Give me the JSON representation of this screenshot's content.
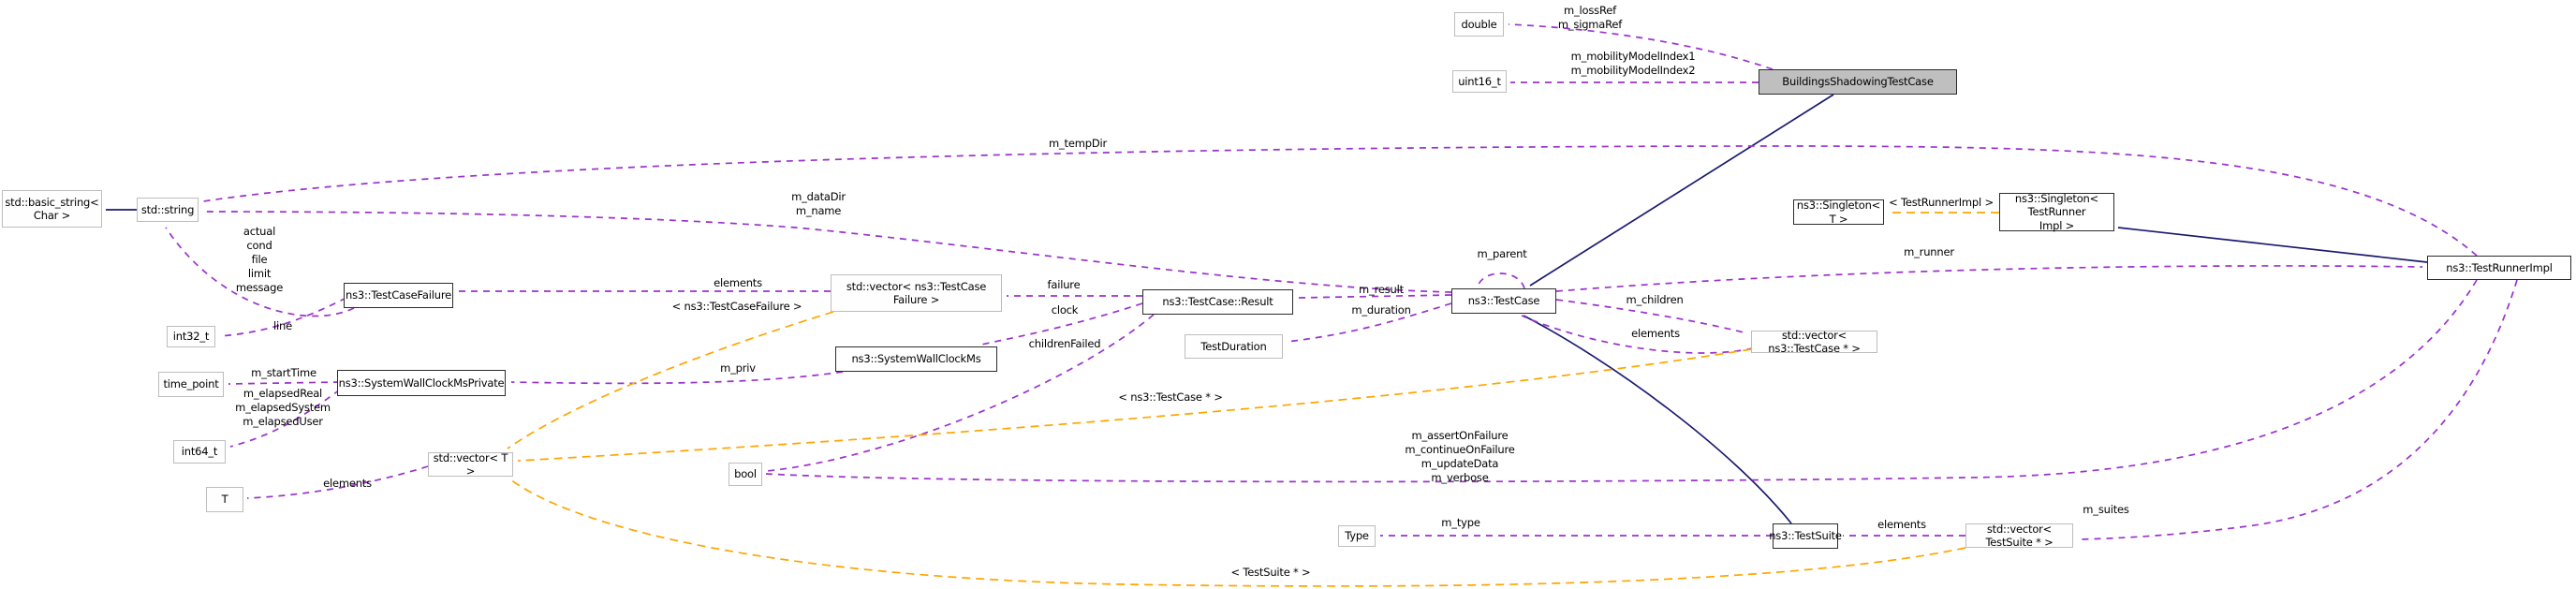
{
  "diagram": {
    "kind": "doxygen-collaboration-diagram",
    "focus_class": "BuildingsShadowingTestCase"
  },
  "colors": {
    "inheritance_edge": "#191970",
    "usage_edge": "#9a32cd",
    "template_edge": "#ffa500",
    "highlight_fill": "#bfbfbf",
    "plain_border": "#bdbdbd",
    "bold_border": "#2b2b2b"
  },
  "nodes": {
    "double": {
      "label": "double"
    },
    "uint16": {
      "label": "uint16_t"
    },
    "bstc": {
      "label": "BuildingsShadowingTestCase"
    },
    "basic_string": {
      "label": "std::basic_string<\nChar >"
    },
    "string": {
      "label": "std::string"
    },
    "test_case_failure": {
      "label": "ns3::TestCaseFailure"
    },
    "int32": {
      "label": "int32_t"
    },
    "time_point": {
      "label": "time_point"
    },
    "swcm_private": {
      "label": "ns3::SystemWallClockMsPrivate"
    },
    "int64": {
      "label": "int64_t"
    },
    "vector_t": {
      "label": "std::vector< T >"
    },
    "t": {
      "label": "T"
    },
    "vector_tcf": {
      "label": "std::vector< ns3::TestCase\nFailure >"
    },
    "swcm": {
      "label": "ns3::SystemWallClockMs"
    },
    "result": {
      "label": "ns3::TestCase::Result"
    },
    "test_duration": {
      "label": "TestDuration"
    },
    "test_case": {
      "label": "ns3::TestCase"
    },
    "bool": {
      "label": "bool"
    },
    "singleton_t": {
      "label": "ns3::Singleton< T >"
    },
    "singleton_tri": {
      "label": "ns3::Singleton< TestRunner\nImpl >"
    },
    "test_runner_impl": {
      "label": "ns3::TestRunnerImpl"
    },
    "vector_tc": {
      "label": "std::vector< ns3::TestCase * >"
    },
    "test_suite": {
      "label": "ns3::TestSuite"
    },
    "vector_ts": {
      "label": "std::vector< TestSuite * >"
    },
    "type": {
      "label": "Type"
    }
  },
  "edge_labels": {
    "loss_sigma": "m_lossRef\nm_sigmaRef",
    "mobility": "m_mobilityModelIndex1\nm_mobilityModelIndex2",
    "temp_dir": "m_tempDir",
    "data_dir_name": "m_dataDir\nm_name",
    "failure_fields": "actual\ncond\nfile\nlimit\nmessage",
    "line": "line",
    "elements_tcf": "elements",
    "tmpl_tcf": "< ns3::TestCaseFailure >",
    "failure": "failure",
    "clock": "clock",
    "children_failed": "childrenFailed",
    "m_priv": "m_priv",
    "m_start_time": "m_startTime",
    "elapsed": "m_elapsedReal\nm_elapsedSystem\nm_elapsedUser",
    "m_result": "m_result",
    "m_duration": "m_duration",
    "m_parent": "m_parent",
    "m_children": "m_children",
    "elements_tc": "elements",
    "tmpl_tc": "< ns3::TestCase * >",
    "elements_t": "elements",
    "runner_flags": "m_assertOnFailure\nm_continueOnFailure\nm_updateData\nm_verbose",
    "m_type": "m_type",
    "tmpl_ts": "< TestSuite * >",
    "elements_ts": "elements",
    "m_suites": "m_suites",
    "tmpl_tri": "< TestRunnerImpl >",
    "m_runner": "m_runner"
  }
}
